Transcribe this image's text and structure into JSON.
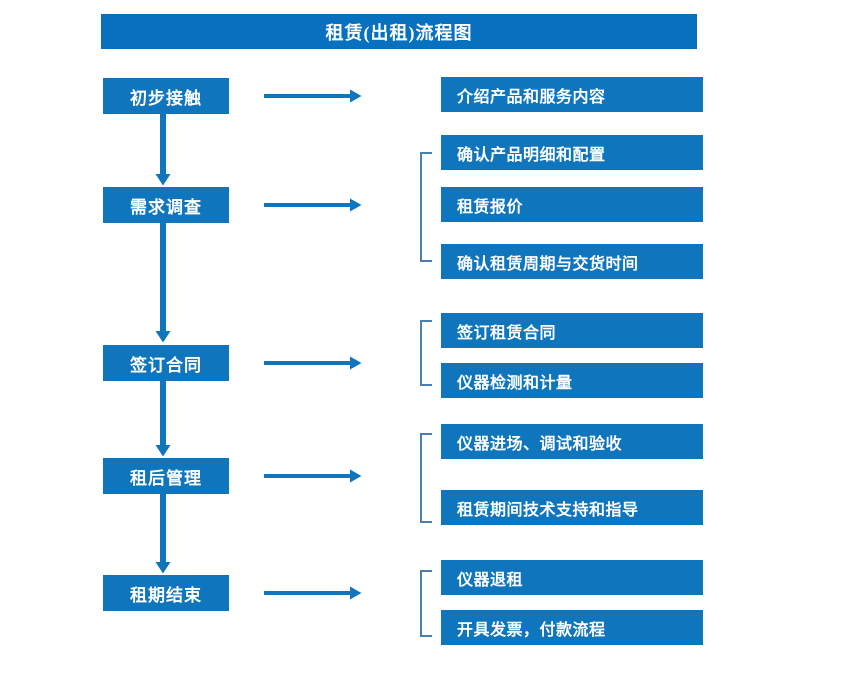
{
  "title": "租赁(出租)流程图",
  "colors": {
    "banner_blue": "#0770bf",
    "box_blue": "#0f75bc",
    "arrow_blue": "#0f75bc",
    "bracket_gray_blue": "#4a7fae",
    "text_white": "#ffffff",
    "background": "#ffffff"
  },
  "stages": [
    {
      "label": "初步接触"
    },
    {
      "label": "需求调查"
    },
    {
      "label": "签订合同"
    },
    {
      "label": "租后管理"
    },
    {
      "label": "租期结束"
    }
  ],
  "details": [
    {
      "label": "介绍产品和服务内容"
    },
    {
      "label": "确认产品明细和配置"
    },
    {
      "label": "租赁报价"
    },
    {
      "label": "确认租赁周期与交货时间"
    },
    {
      "label": "签订租赁合同"
    },
    {
      "label": "仪器检测和计量"
    },
    {
      "label": "仪器进场、调试和验收"
    },
    {
      "label": "租赁期间技术支持和指导"
    },
    {
      "label": "仪器退租"
    },
    {
      "label": "开具发票，付款流程"
    }
  ],
  "connectors": {
    "right_arrows": 5,
    "down_arrows": 4,
    "brackets": 4
  }
}
